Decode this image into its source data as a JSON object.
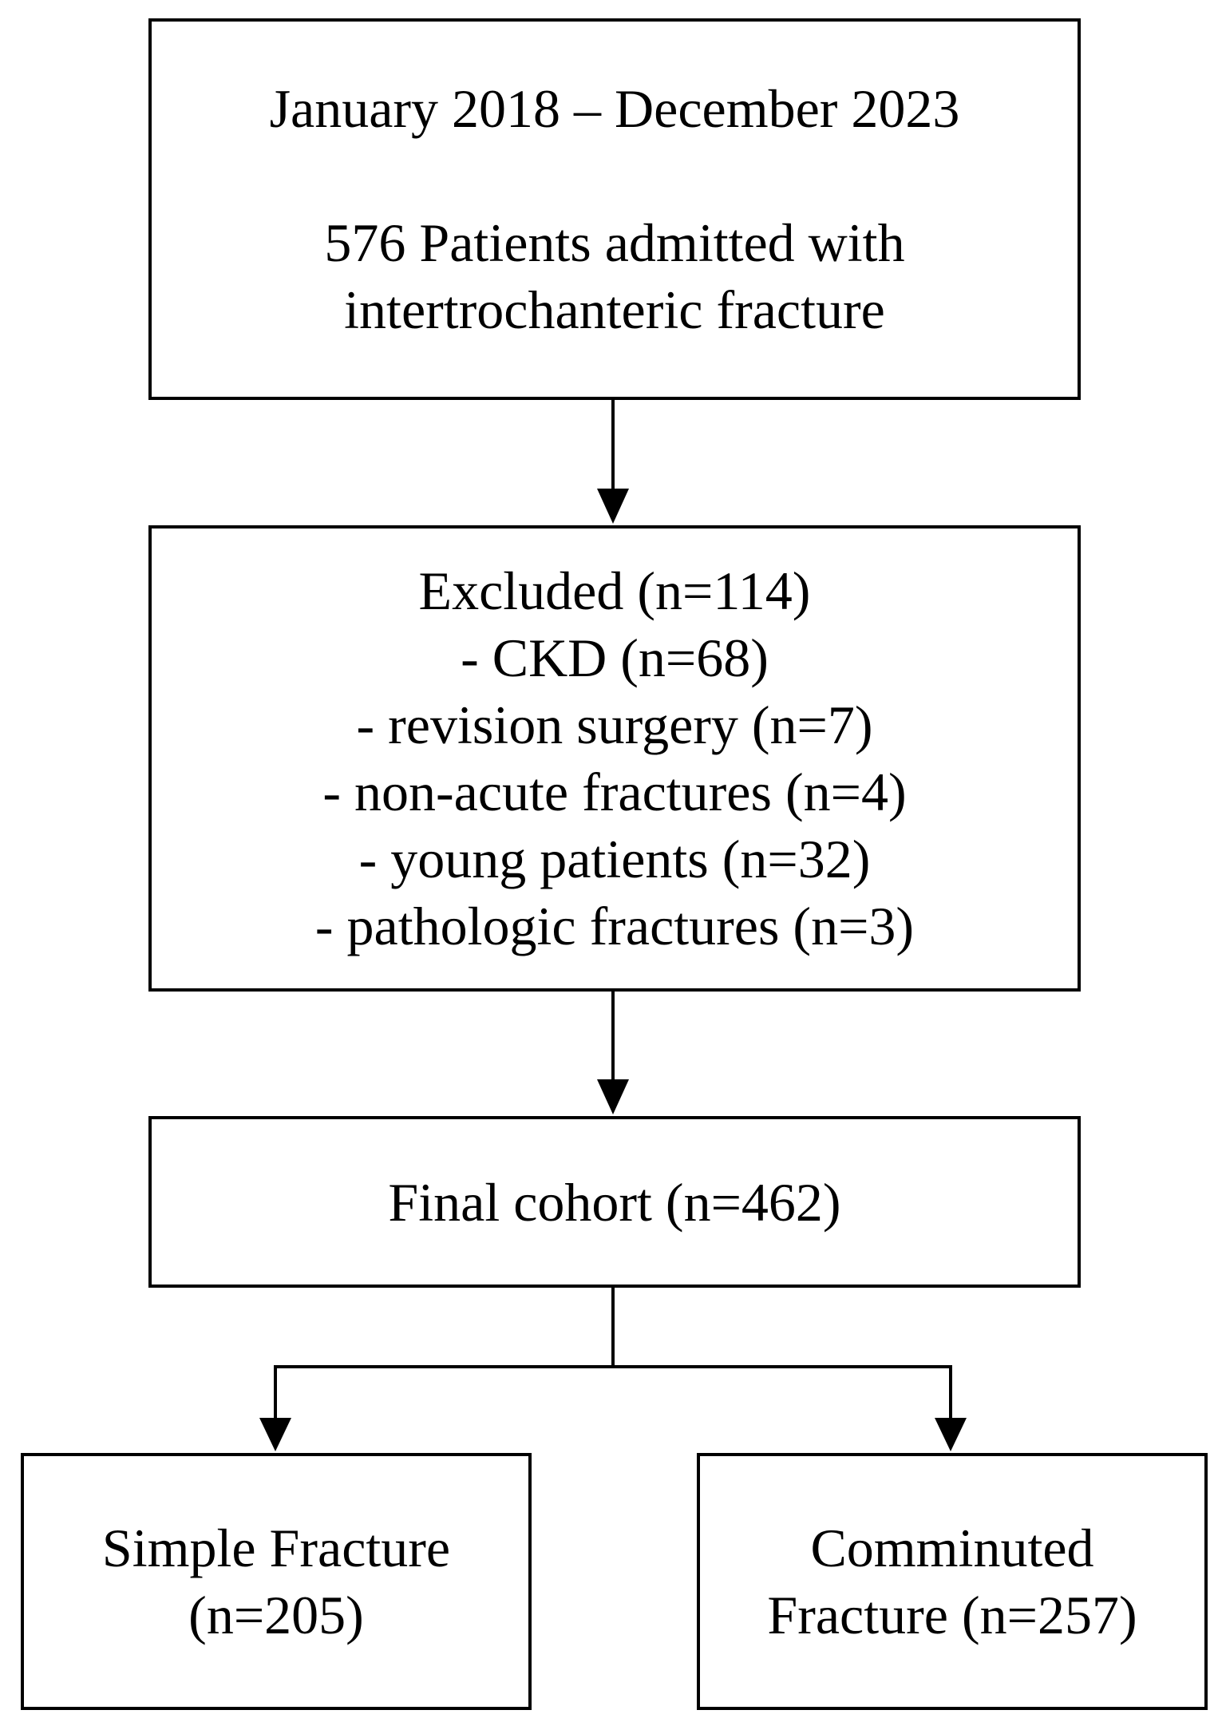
{
  "start_box": {
    "period": "January 2018 – December 2023",
    "line1": "576 Patients admitted with",
    "line2": "intertrochanteric fracture"
  },
  "excluded_box": {
    "title": "Excluded (n=114)",
    "items": [
      "- CKD (n=68)",
      "- revision surgery (n=7)",
      "- non-acute fractures (n=4)",
      "- young patients (n=32)",
      "- pathologic fractures (n=3)"
    ]
  },
  "final_box": {
    "label": "Final cohort (n=462)"
  },
  "simple_box": {
    "line1": "Simple Fracture",
    "line2": "(n=205)"
  },
  "comminuted_box": {
    "line1": "Comminuted",
    "line2": "Fracture (n=257)"
  }
}
